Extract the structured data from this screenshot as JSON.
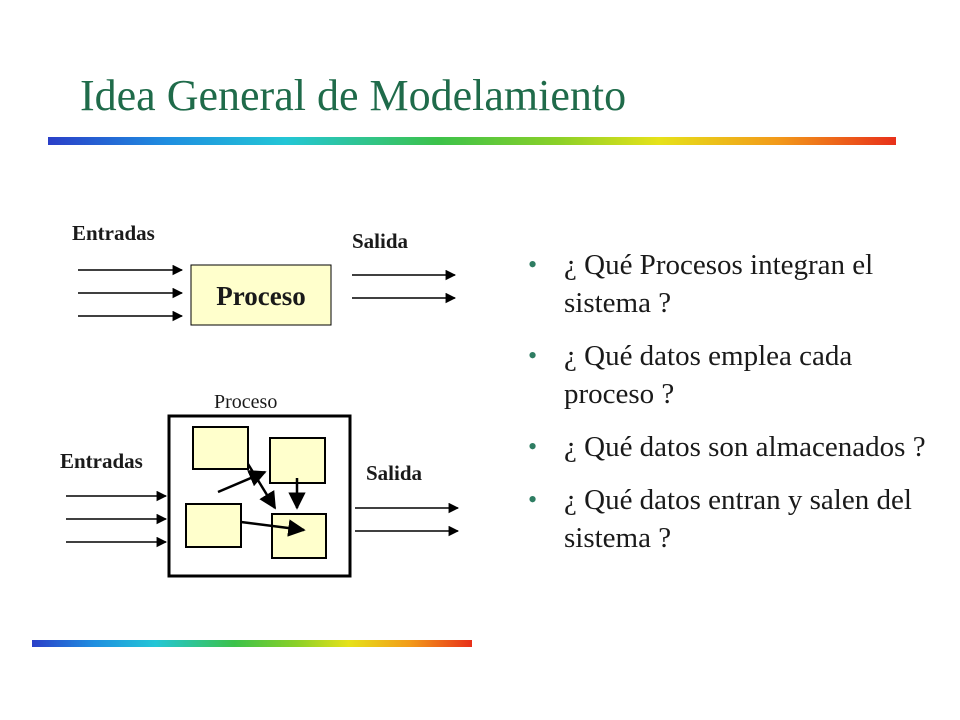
{
  "slide": {
    "title": "Idea General de Modelamiento"
  },
  "diagram_top": {
    "inputs_label": "Entradas",
    "output_label": "Salida",
    "process_label": "Proceso"
  },
  "diagram_bottom": {
    "container_label": "Proceso",
    "inputs_label": "Entradas",
    "output_label": "Salida"
  },
  "bullets": [
    {
      "text": "¿ Qué Procesos integran el sistema ?"
    },
    {
      "text": "¿ Qué datos emplea cada proceso ?"
    },
    {
      "text": "¿ Qué datos son almacenados ?"
    },
    {
      "text": "¿ Qué datos entran y salen del sistema ?"
    }
  ],
  "colors": {
    "title": "#1f6b4a",
    "bullet": "#2e7d62",
    "process_fill": "#ffffcc",
    "accent_gradient": [
      "#2a3fc8",
      "#23c6d6",
      "#3cc24a",
      "#e6e21a",
      "#e8301a"
    ]
  }
}
